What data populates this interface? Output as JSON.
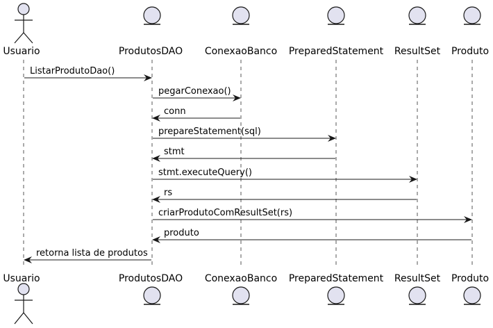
{
  "diagram": {
    "participants": [
      {
        "id": "usuario",
        "name": "Usuario",
        "kind": "actor"
      },
      {
        "id": "produtosdao",
        "name": "ProdutosDAO",
        "kind": "entity"
      },
      {
        "id": "conexaobanco",
        "name": "ConexaoBanco",
        "kind": "entity"
      },
      {
        "id": "preparedstatement",
        "name": "PreparedStatement",
        "kind": "entity"
      },
      {
        "id": "resultset",
        "name": "ResultSet",
        "kind": "entity"
      },
      {
        "id": "produto",
        "name": "Produto",
        "kind": "entity"
      }
    ],
    "messages": [
      {
        "from": "usuario",
        "to": "produtosdao",
        "label": "ListarProdutoDao()"
      },
      {
        "from": "produtosdao",
        "to": "conexaobanco",
        "label": "pegarConexao()"
      },
      {
        "from": "conexaobanco",
        "to": "produtosdao",
        "label": "conn"
      },
      {
        "from": "produtosdao",
        "to": "preparedstatement",
        "label": "prepareStatement(sql)"
      },
      {
        "from": "preparedstatement",
        "to": "produtosdao",
        "label": "stmt"
      },
      {
        "from": "produtosdao",
        "to": "resultset",
        "label": "stmt.executeQuery()"
      },
      {
        "from": "resultset",
        "to": "produtosdao",
        "label": "rs"
      },
      {
        "from": "produtosdao",
        "to": "produto",
        "label": "criarProdutoComResultSet(rs)"
      },
      {
        "from": "produto",
        "to": "produtosdao",
        "label": "produto"
      },
      {
        "from": "produtosdao",
        "to": "usuario",
        "label": "retorna lista de produtos"
      }
    ],
    "colors": {
      "participant_fill": "#E2E2F0",
      "stroke": "#181818",
      "lifeline": "#555555"
    }
  }
}
